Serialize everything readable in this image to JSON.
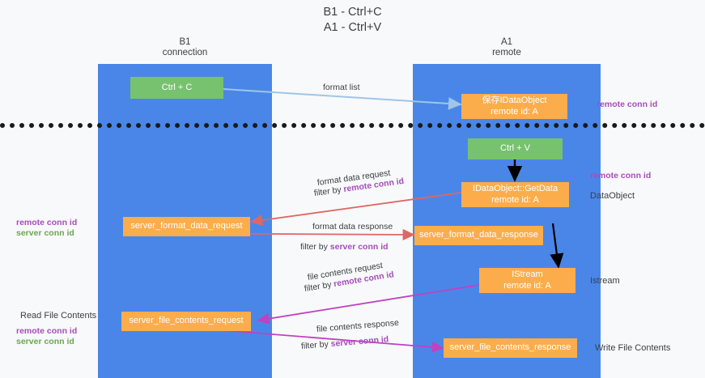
{
  "title": {
    "line1": "B1 - Ctrl+C",
    "line2": "A1 - Ctrl+V"
  },
  "lanes": [
    {
      "id": "b1",
      "name": "B1",
      "sub": "connection",
      "color": "#4a86e8"
    },
    {
      "id": "a1",
      "name": "A1",
      "sub": "remote",
      "color": "#4a86e8"
    }
  ],
  "nodes": {
    "ctrl_c": {
      "label": "Ctrl + C",
      "color": "#77c26e"
    },
    "ctrl_v": {
      "label": "Ctrl + V",
      "color": "#77c26e"
    },
    "save_idataobject": {
      "line1": "保存IDataObject",
      "line2": "remote id: A",
      "color": "#fbad4b"
    },
    "getdata": {
      "line1": "IDataObject::GetData",
      "line2": "remote id: A",
      "color": "#fbad4b"
    },
    "istream": {
      "line1": "IStream",
      "line2": "remote id: A",
      "color": "#fbad4b"
    },
    "server_format_data_request": {
      "label": "server_format_data_request",
      "color": "#fbad4b"
    },
    "server_format_data_response": {
      "label": "server_format_data_response",
      "color": "#fbad4b"
    },
    "server_file_contents_request": {
      "label": "server_file_contents_request",
      "color": "#fbad4b"
    },
    "server_file_contents_response": {
      "label": "server_file_contents_response",
      "color": "#fbad4b"
    }
  },
  "edge_labels": {
    "format_list": "format list",
    "format_data_request": "format data request",
    "format_data_request_filter_prefix": "filter by ",
    "format_data_request_filter_key": "remote conn id",
    "format_data_response": "format data response",
    "format_data_response_filter_prefix": "filter by ",
    "format_data_response_filter_key": "server conn id",
    "file_contents_request": "file contents request",
    "file_contents_request_filter_prefix": "filter by ",
    "file_contents_request_filter_key": "remote conn id",
    "file_contents_response": "file contents response",
    "file_contents_response_filter_prefix": "filter by ",
    "file_contents_response_filter_key": "server conn id"
  },
  "annotations": {
    "right_remote_conn_id_top": "remote conn id",
    "right_remote_conn_id_mid": "remote conn id",
    "right_dataobject": "DataObject",
    "right_istream": "Istream",
    "right_write_file_contents": "Write File Contents",
    "left_remote_conn_id_mid": "remote conn id",
    "left_server_conn_id_mid": "server conn id",
    "left_read_file_contents": "Read File Contents",
    "left_remote_conn_id_bottom": "remote conn id",
    "left_server_conn_id_bottom": "server conn id"
  },
  "colors": {
    "lane": "#4a86e8",
    "node_green": "#77c26e",
    "node_orange": "#fbad4b",
    "key_purple": "#a64dbb",
    "key_green": "#6aa84f",
    "arrow_blue": "#9fc5e8",
    "arrow_red": "#e06666",
    "arrow_magenta": "#c042c0",
    "arrow_black": "#000000",
    "separator": "#1a1a1a",
    "background": "#f8f9fa"
  }
}
